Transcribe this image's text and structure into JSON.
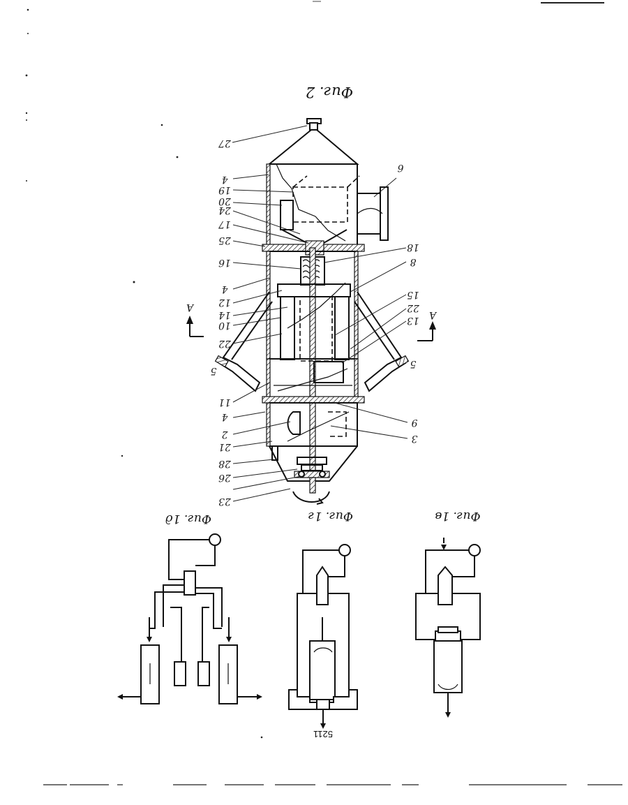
{
  "main_figure": {
    "caption": "Фиг. 2",
    "section_mark": "A",
    "labels": {
      "n27": "27",
      "n4a": "4",
      "n19": "19",
      "n20": "20",
      "n24": "24",
      "n17": "17",
      "n25": "25",
      "n16": "16",
      "n4b": "4",
      "n12": "12",
      "n14": "14",
      "n10": "10",
      "n22a": "22",
      "n5a": "5",
      "n11": "11",
      "n4c": "4",
      "n2": "2",
      "n21": "21",
      "n28": "28",
      "n26": "26",
      "n23": "23",
      "n6": "6",
      "n18": "18",
      "n8": "8",
      "n15": "15",
      "n22b": "22",
      "n13": "13",
      "n5b": "5",
      "n9": "9",
      "n3": "3"
    }
  },
  "schemes": {
    "fig1v": {
      "caption": "Фиг. 1в"
    },
    "fig1g": {
      "caption": "Фиг. 1г"
    },
    "fig1d": {
      "caption": "Фиг. 1д"
    }
  },
  "doc_number": "5211"
}
